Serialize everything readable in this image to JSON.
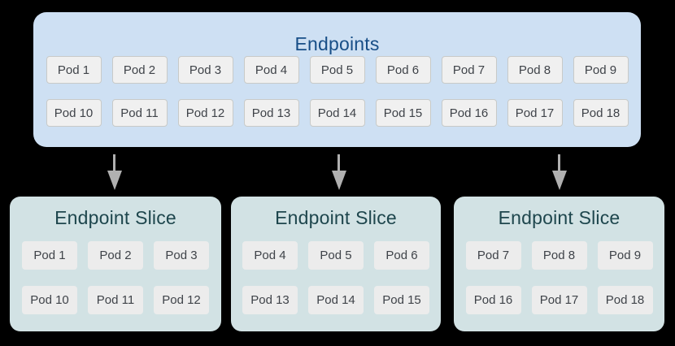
{
  "colors": {
    "canvas_bg": "#000000",
    "endpoints_bg": "#cee0f3",
    "endpoints_title": "#174e87",
    "slice_bg": "#d2e2e4",
    "slice_title": "#1e464d",
    "pod_bg": "#f0f0f0",
    "pod_border": "#c8cac8",
    "slice_pod_bg": "#ececec",
    "pod_text": "#3f4349",
    "arrow": "#b0b0b0"
  },
  "endpoints": {
    "title": "Endpoints",
    "rows": [
      [
        "Pod 1",
        "Pod 2",
        "Pod 3",
        "Pod 4",
        "Pod 5",
        "Pod 6",
        "Pod 7",
        "Pod 8",
        "Pod 9"
      ],
      [
        "Pod 10",
        "Pod 11",
        "Pod 12",
        "Pod 13",
        "Pod 14",
        "Pod 15",
        "Pod 16",
        "Pod 17",
        "Pod 18"
      ]
    ]
  },
  "slices": [
    {
      "title": "Endpoint Slice",
      "rows": [
        [
          "Pod 1",
          "Pod 2",
          "Pod 3"
        ],
        [
          "Pod 10",
          "Pod 11",
          "Pod 12"
        ]
      ]
    },
    {
      "title": "Endpoint Slice",
      "rows": [
        [
          "Pod 4",
          "Pod 5",
          "Pod 6"
        ],
        [
          "Pod 13",
          "Pod 14",
          "Pod 15"
        ]
      ]
    },
    {
      "title": "Endpoint Slice",
      "rows": [
        [
          "Pod 7",
          "Pod 8",
          "Pod 9"
        ],
        [
          "Pod 16",
          "Pod 17",
          "Pod 18"
        ]
      ]
    }
  ]
}
